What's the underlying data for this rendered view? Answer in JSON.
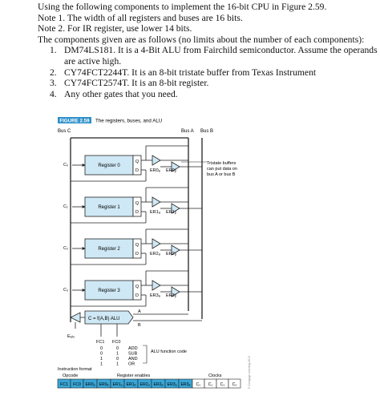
{
  "intro": {
    "heading": "Using the following components to implement the 16-bit CPU in Figure 2.59.",
    "note1": "Note 1. The width of all registers and buses are 16 bits.",
    "note2": "Note 2. For IR register, use lower 14 bits.",
    "components_lead": "The components given are as follows (no limits about the number of each components):",
    "items": [
      {
        "num": "1.",
        "text": "DM74LS181. It is a 4-Bit ALU from Fairchild semiconductor. Assume the operands are active high."
      },
      {
        "num": "2.",
        "text": "CY74FCT2244T. It is an 8-bit tristate buffer from Texas Instrument"
      },
      {
        "num": "3.",
        "text": "CY74FCT2574T. It is an 8-bit register."
      },
      {
        "num": "4.",
        "text": "Any other gates that you need."
      }
    ]
  },
  "figure": {
    "tag": "FIGURE 2.59",
    "caption": "The registers, buses, and ALU",
    "bus_c": "Bus C",
    "bus_a": "Bus A",
    "bus_b": "Bus B",
    "registers": [
      {
        "clock": "C₀",
        "name": "Register 0",
        "ea": "ER0ₐ",
        "eb": "ER0ᵦ"
      },
      {
        "clock": "C₁",
        "name": "Register 1",
        "ea": "ER1ₐ",
        "eb": "ER1ᵦ"
      },
      {
        "clock": "C₂",
        "name": "Register 2",
        "ea": "ER2ₐ",
        "eb": "ER2ᵦ"
      },
      {
        "clock": "C₃",
        "name": "Register 3",
        "ea": "ER3ₐ",
        "eb": "ER3ᵦ"
      }
    ],
    "q_label": "Q",
    "d_label": "D",
    "tristate_note": [
      "Tristate buffers",
      "can put data on",
      "bus A or bus B"
    ],
    "alu": {
      "label": "C = f(A,B) ALU",
      "in_a": "A",
      "in_b": "B",
      "enable": "Eₐₗᵤ",
      "fc_headers": [
        "FC1",
        "FC0"
      ],
      "fc_rows": [
        [
          "0",
          "0",
          "ADD"
        ],
        [
          "0",
          "1",
          "SUB"
        ],
        [
          "1",
          "0",
          "AND"
        ],
        [
          "1",
          "1",
          "OR"
        ]
      ],
      "function_code": "ALU function code"
    },
    "instruction": {
      "title": "Instruction format",
      "opcode": "Opcode",
      "register_enables": "Register enables",
      "clocks": "Clocks",
      "fields": [
        "FC1",
        "FC0",
        "ER0ₐ",
        "ER0ᵦ",
        "ER1ₐ",
        "ER1ᵦ",
        "ER2ₐ",
        "ER2ᵦ",
        "ER3ₐ",
        "ER3ᵦ",
        "C₀",
        "C₁",
        "C₂",
        "C₃"
      ]
    },
    "copyright": "© Cengage Learning 2014",
    "colors": {
      "tag_bg": "#2d8fc9",
      "field_bg": "#3aa6d6",
      "line": "#222222"
    }
  }
}
